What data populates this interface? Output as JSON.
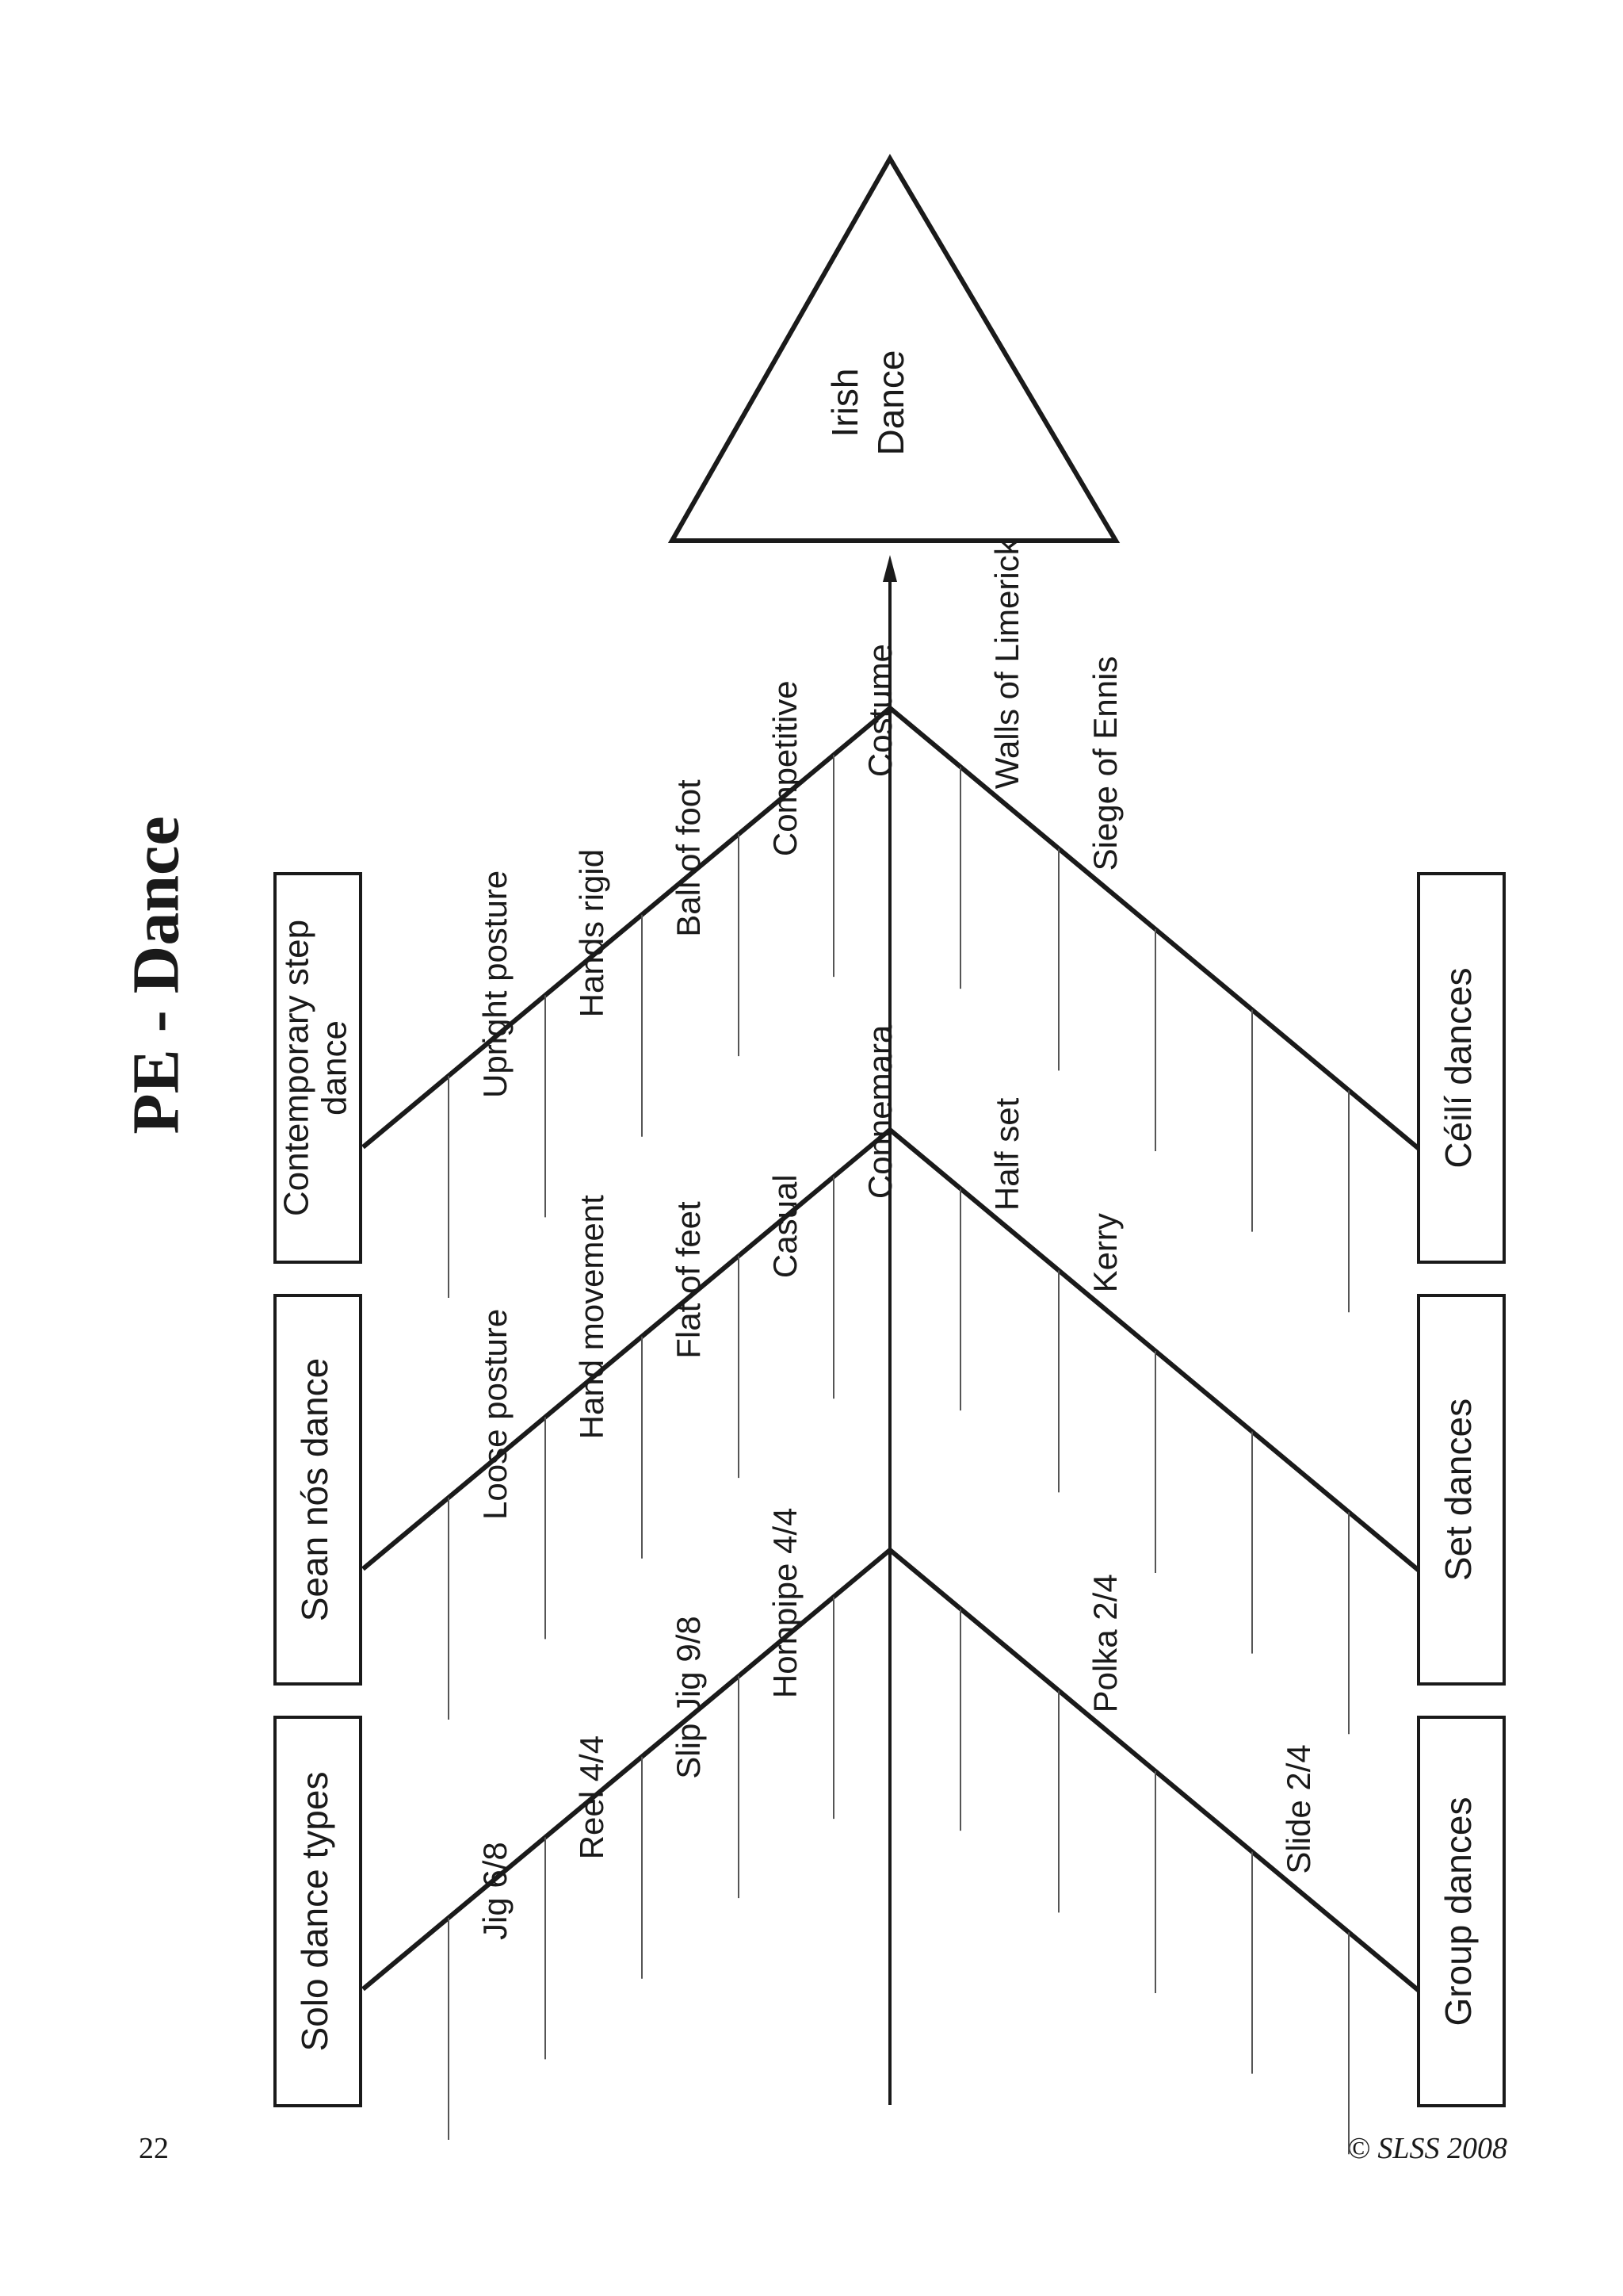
{
  "page": {
    "title": "PE - Dance",
    "page_number": "22",
    "copyright": "© SLSS 2008"
  },
  "diagram": {
    "head": [
      "Irish",
      "Dance"
    ],
    "categories": [
      {
        "id": "solo",
        "label": [
          "Solo dance types"
        ]
      },
      {
        "id": "sean-nos",
        "label": [
          "Sean nós dance"
        ]
      },
      {
        "id": "contemporary",
        "label": [
          "Contemporary  step",
          "dance"
        ]
      },
      {
        "id": "group",
        "label": [
          "Group dances"
        ]
      },
      {
        "id": "set",
        "label": [
          "Set dances"
        ]
      },
      {
        "id": "ceili",
        "label": [
          "Céilí dances"
        ]
      }
    ],
    "items": {
      "solo": [
        "Jig 6/8",
        "Reel 4/4",
        "Slip Jig 9/8",
        "Hornpipe 4/4",
        ""
      ],
      "sean-nos": [
        "Loose posture",
        "Hand movement",
        "Flat of feet",
        "Casual",
        "Connemara"
      ],
      "contemporary": [
        "Upright posture",
        "Hands rigid",
        "Ball of foot",
        "Competitive",
        "Costume"
      ],
      "group": [
        "",
        "Polka 2/4",
        "",
        "Slide 2/4",
        ""
      ],
      "set": [
        "Half set",
        "Kerry",
        "",
        "",
        ""
      ],
      "ceili": [
        "Walls of Limerick",
        "Siege of Ennis",
        "",
        "",
        ""
      ]
    }
  }
}
